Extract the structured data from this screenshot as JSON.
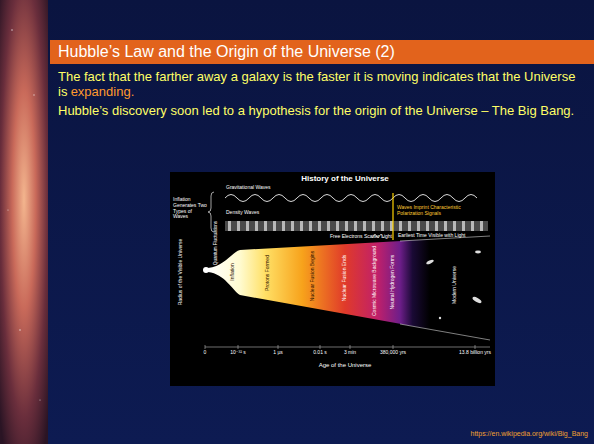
{
  "diagram": {
    "title": "Hubble’s Law and the Origin of the Universe (2)",
    "labels": [
      "The fact that the farther away a galaxy is the faster it is moving indicates that the Universe is",
      "expanding.",
      "Hubble’s discovery soon led to a hypothesis for the origin of the Universe – The Big Bang.",
      "History of the Universe",
      "Inflation Generates Two Types of Waves",
      "Gravitational Waves",
      "Density Waves",
      "Waves Imprint Characteristic Polarization Signals",
      "Free Electrons Scatter Light",
      "Earliest Time Visible with Light",
      "Quantum Fluctuations",
      "Inflation",
      "Protons Formed",
      "Nuclear Fusion Begins",
      "Nuclear Fusion Ends",
      "Cosmic Microwave Background",
      "Neutral Hydrogen Forms",
      "Modern Universe",
      "Radius of the Visible Universe",
      "0",
      "10⁻³² s",
      "1 µs",
      "0.01 s",
      "3 min",
      "380,000 yrs",
      "13.8 billion yrs",
      "Age of the Universe",
      "https://en.wikipedia.org/wiki/Big_Bang"
    ]
  }
}
